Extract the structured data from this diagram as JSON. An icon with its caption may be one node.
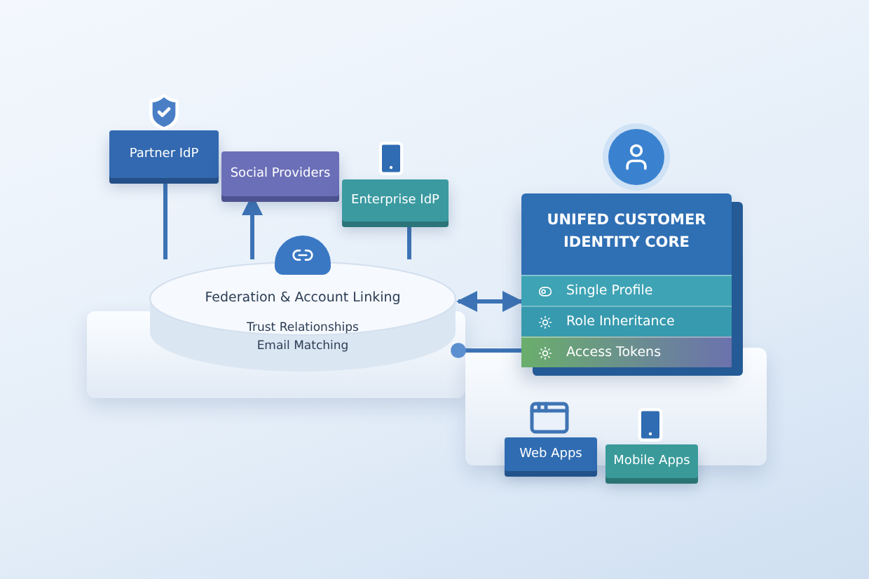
{
  "diagram": {
    "nodes": [
      {
        "text": [
          "Partner IdP"
        ]
      },
      {
        "text": [
          "Social Providers"
        ]
      },
      {
        "text": [
          "Enterprise IdP"
        ]
      },
      {
        "text": [
          "Federation & Account Linking",
          "Trust Relationships",
          "Email Matching"
        ]
      },
      {
        "text": [
          "UNIFED CUSTOMER IDENTITY CORE"
        ]
      },
      {
        "text": [
          "Single Profile"
        ],
        "in": 4
      },
      {
        "text": [
          "Role Inheritance"
        ],
        "in": 4
      },
      {
        "text": [
          "Access Tokens"
        ],
        "in": 4
      },
      {
        "text": [
          "Web Apps"
        ]
      },
      {
        "text": [
          "Mobile Apps"
        ]
      }
    ],
    "edges": [
      {
        "from": 0,
        "to": 3,
        "arrow": "none"
      },
      {
        "from": 3,
        "to": 1,
        "arrow": "to"
      },
      {
        "from": 2,
        "to": 3,
        "arrow": "none"
      },
      {
        "from": 3,
        "to": 4,
        "arrow": "both"
      },
      {
        "from": 4,
        "to": 3,
        "arrow": "other"
      }
    ]
  }
}
